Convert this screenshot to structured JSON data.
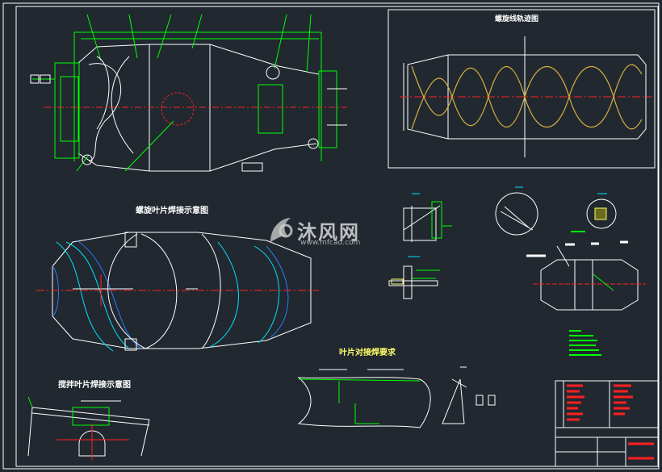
{
  "labels": {
    "helix_trajectory_title": "螺旋线轨迹图",
    "spiral_blade_welding_title": "螺旋叶片焊接示意图",
    "mixing_blade_welding_title": "搅拌叶片焊接示意图",
    "blade_butt_weld_title": "叶片对接焊要求"
  },
  "watermark": {
    "brand": "沐风网",
    "url": "www.mfcad.com"
  },
  "colors": {
    "background": "#212830",
    "frame": "#ffffff",
    "green": "#00ff00",
    "cyan": "#00e5ff",
    "blue": "#2a7bff",
    "red": "#ff2020",
    "yellow": "#ffff66",
    "helix": "#d8b040"
  }
}
